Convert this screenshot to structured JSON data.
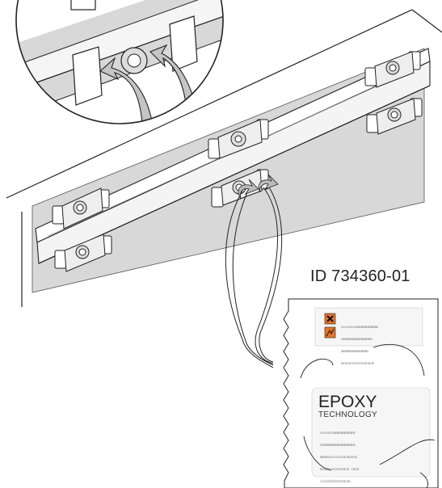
{
  "labels": {
    "product_id": "ID 734360-01",
    "packet_brand": "EPOXY",
    "packet_brand_sub": "TECHNOLOGY"
  },
  "packet": {
    "warning_text_lines": [
      "xxxxxxxxmmmmmmmmmmm",
      "xmmmmmmmmmmmmmmm",
      "mmmmmmmmmmmmmm",
      "mcmcmcmcmcmcmcmcm"
    ],
    "body_text_lines": [
      "xxxxxxxmmmmmmmmmmm",
      "xmmmmmmmmmmmmmmmmm",
      "mmmmxxxxxxxcmcmcmcm",
      "mcmcmcmcmcmcmcm cmcm",
      "cxcbcbbcbcmcmcmc"
    ],
    "hazard_icons": [
      "harmful-x-symbol",
      "environment-hazard-symbol"
    ],
    "hazard_color": "#e8742a"
  }
}
